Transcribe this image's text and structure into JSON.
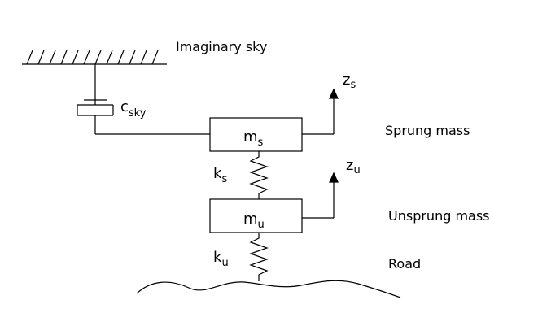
{
  "labels": {
    "sky": "Imaginary sky",
    "damper_main": "c",
    "damper_sub": "sky",
    "sprung_mass_main": "m",
    "sprung_mass_sub": "s",
    "unsprung_mass_main": "m",
    "unsprung_mass_sub": "u",
    "spring_s_main": "k",
    "spring_s_sub": "s",
    "spring_u_main": "k",
    "spring_u_sub": "u",
    "zs_main": "z",
    "zs_sub": "s",
    "zu_main": "z",
    "zu_sub": "u",
    "sprung_caption": "Sprung mass",
    "unsprung_caption": "Unsprung mass",
    "road_caption": "Road"
  }
}
